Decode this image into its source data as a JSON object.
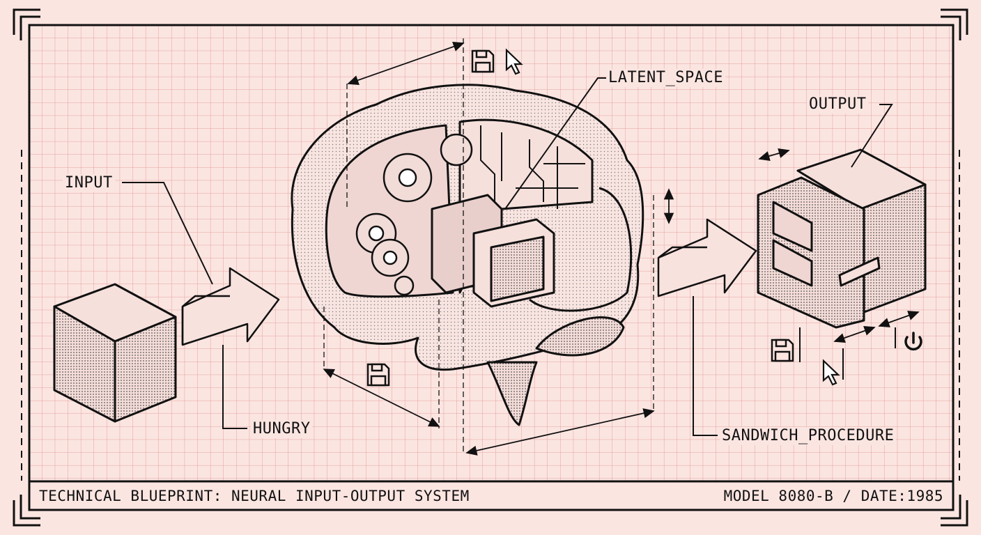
{
  "labels": {
    "input": "INPUT",
    "hungry": "HUNGRY",
    "latent_space": "LATENT_SPACE",
    "output": "OUTPUT",
    "sandwich_procedure": "SANDWICH_PROCEDURE"
  },
  "footer": {
    "title": "TECHNICAL BLUEPRINT: NEURAL INPUT-OUTPUT SYSTEM",
    "model": "MODEL 8080-B / DATE:1985"
  },
  "icons": [
    "floppy-disk-icon",
    "cursor-arrow-icon",
    "power-icon"
  ],
  "colors": {
    "paper": "#fbe5e1",
    "grid": "#e7a3a0",
    "ink": "#111111"
  }
}
